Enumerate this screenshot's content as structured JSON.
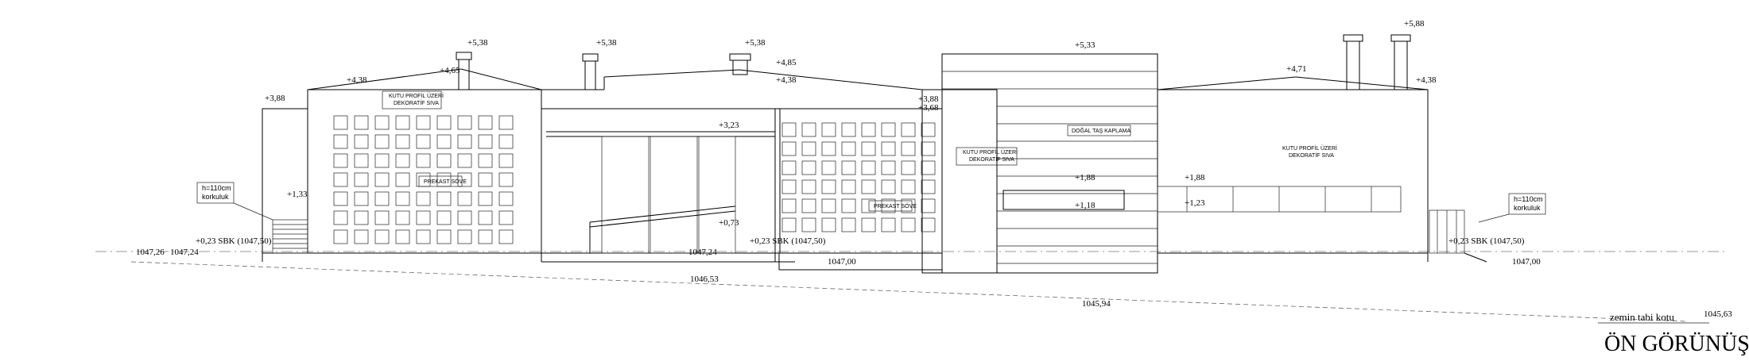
{
  "title": "ÖN GÖRÜNÜŞ",
  "ground_label": "zemin tabi kotu",
  "ground_level": "1045,63",
  "levels": {
    "l588": "+5,88",
    "l538a": "+5,38",
    "l538b": "+5,38",
    "l538c": "+5,38",
    "l533": "+5,33",
    "l485": "+4,85",
    "l471": "+4,71",
    "l465": "+4,65",
    "l438a": "+4,38",
    "l438b": "+4,38",
    "l438c": "+4,38",
    "l388a": "+3,88",
    "l388b": "+3,88",
    "l368": "+3,68",
    "l323": "+3,23",
    "l188a": "+1,88",
    "l188b": "+1,88",
    "l133": "+1,33",
    "l123": "+1,23",
    "l118": "+1,18",
    "l073": "+0,73",
    "sbk1": "+0,23 SBK (1047,50)",
    "sbk2": "+0,23 SBK (1047,50)",
    "sbk3": "+0,23 SBK (1047,50)",
    "e1": "1047,26",
    "e2": "1047,24",
    "e3": "1047,24",
    "e4": "1047,00",
    "e5": "1047,00",
    "e6": "1046,53",
    "e7": "1045,94"
  },
  "labels": {
    "kutu1a": "KUTU PROFİL ÜZERİ",
    "kutu1b": "DEKORATİF SIVA",
    "kutu2a": "KUTU PROFİL ÜZERİ",
    "kutu2b": "DEKORATİF SIVA",
    "kutu3a": "KUTU PROFİL ÜZERİ",
    "kutu3b": "DEKORATİF SIVA",
    "dogal": "DOĞAL TAŞ KAPLAMA",
    "prekast1": "PREKAST SÖVE",
    "prekast2": "PREKAST SÖVE",
    "korkuluk1a": "h=110cm",
    "korkuluk1b": "korkuluk",
    "korkuluk2a": "h=110cm",
    "korkuluk2b": "korkuluk"
  }
}
